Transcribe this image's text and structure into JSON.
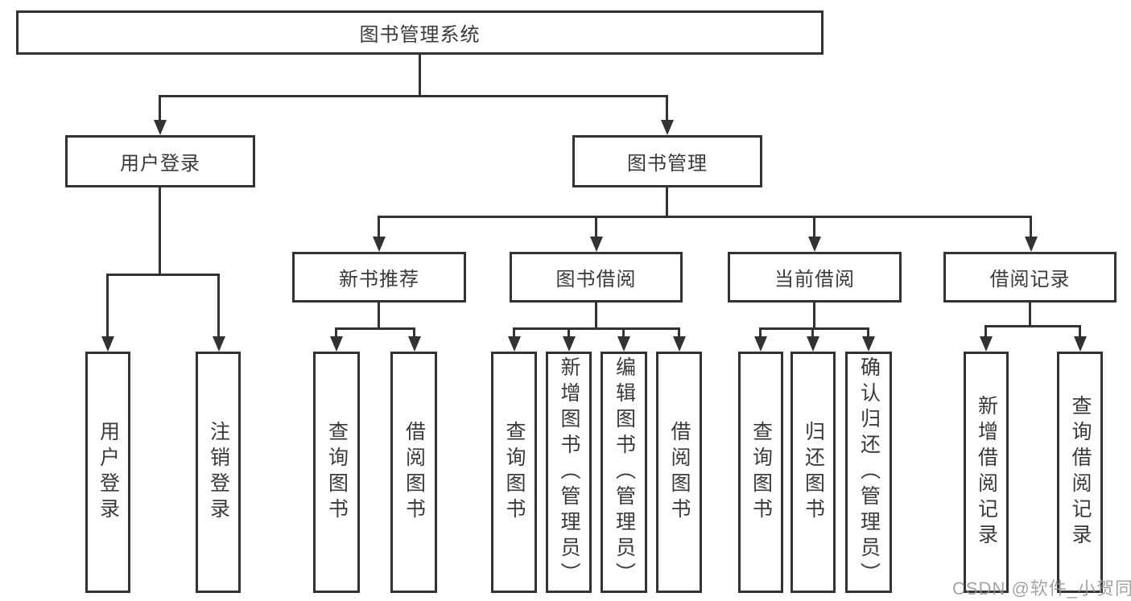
{
  "tree": {
    "root": "图书管理系统",
    "branches": [
      {
        "label": "用户登录",
        "children": [
          "用户登录",
          "注销登录"
        ]
      },
      {
        "label": "图书管理",
        "groups": [
          {
            "label": "新书推荐",
            "children": [
              "查询图书",
              "借阅图书"
            ]
          },
          {
            "label": "图书借阅",
            "children": [
              "查询图书",
              "新增图书（管理员）",
              "编辑图书（管理员）",
              "借阅图书"
            ]
          },
          {
            "label": "当前借阅",
            "children": [
              "查询图书",
              "归还图书",
              "确认归还（管理员）"
            ]
          },
          {
            "label": "借阅记录",
            "children": [
              "新增借阅记录",
              "查询借阅记录"
            ]
          }
        ]
      }
    ]
  },
  "colors": {
    "line": "#333333",
    "text": "#3a3a3a",
    "watermark": "#949494",
    "background": "#ffffff"
  },
  "watermark": "CSDN @软件_小贺同学"
}
